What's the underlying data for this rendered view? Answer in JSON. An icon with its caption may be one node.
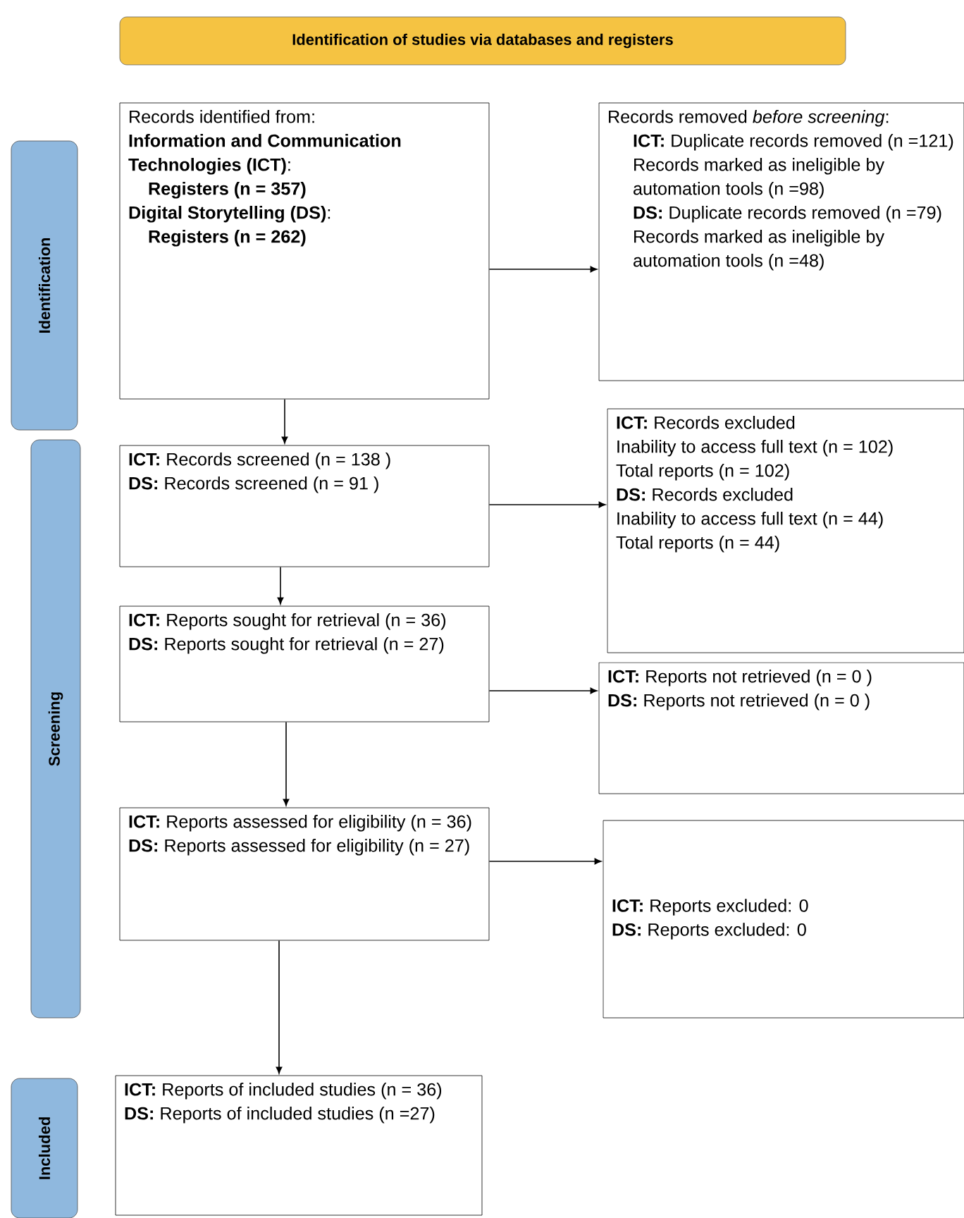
{
  "diagram": {
    "nodes": [
      {
        "text": [
          "Identification of studies via databases and registers"
        ]
      },
      {
        "text": [
          "Identification"
        ]
      },
      {
        "text": [
          "Screening"
        ]
      },
      {
        "text": [
          "Included"
        ]
      },
      {
        "text": [
          "Records identified from:",
          "**Information and Communication Technologies (ICT)**:",
          "Registers (n = 357)",
          "**Digital Storytelling (DS)**:",
          "Registers (n = 262)"
        ]
      },
      {
        "text": [
          "Records removed *before screening*:",
          "**ICT:** Duplicate records removed  (n =121)",
          "Records marked as ineligible by automation tools (n =98)",
          "**DS:** Duplicate records removed  (n =79)",
          "Records marked as ineligible by automation tools (n =48)"
        ]
      },
      {
        "text": [
          "**ICT:** Records screened (n = 138 )",
          "**DS:** Records screened (n = 91 )"
        ]
      },
      {
        "text": [
          "**ICT:** Records excluded",
          "Inability to access full text (n = 102)",
          "Total reports (n = 102)",
          "**DS:** Records excluded",
          "Inability to access full text (n = 44)",
          "Total reports (n = 44)"
        ]
      },
      {
        "text": [
          "**ICT:** Reports sought for retrieval (n = 36)",
          "**DS:** Reports sought for retrieval (n = 27)"
        ]
      },
      {
        "text": [
          "**ICT:** Reports not retrieved (n = 0 )",
          "**DS:** Reports not retrieved (n = 0 )"
        ]
      },
      {
        "text": [
          "**ICT:** Reports assessed for eligibility (n = 36)",
          "**DS:** Reports assessed for eligibility (n = 27)"
        ]
      },
      {
        "text": [
          "**ICT:** Reports excluded: 0",
          "**DS:** Reports excluded: 0"
        ]
      },
      {
        "text": [
          "**ICT:** Reports of included studies (n = 36)",
          "**DS:** Reports of included studies (n =27)"
        ]
      }
    ],
    "edges": [
      {
        "from": 4,
        "to": 5,
        "arrow": "to"
      },
      {
        "from": 4,
        "to": 6,
        "arrow": "to"
      },
      {
        "from": 6,
        "to": 7,
        "arrow": "to"
      },
      {
        "from": 6,
        "to": 8,
        "arrow": "to"
      },
      {
        "from": 8,
        "to": 9,
        "arrow": "to"
      },
      {
        "from": 8,
        "to": 10,
        "arrow": "to"
      },
      {
        "from": 10,
        "to": 11,
        "arrow": "to"
      },
      {
        "from": 10,
        "to": 12,
        "arrow": "to"
      }
    ]
  }
}
